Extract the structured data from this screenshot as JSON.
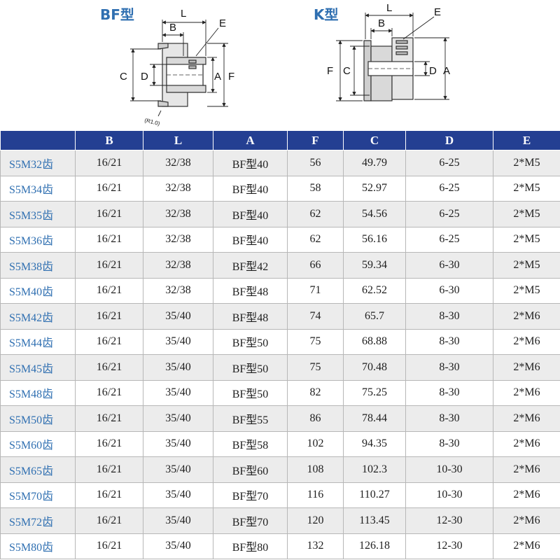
{
  "diagram_bf": {
    "title": "BF型",
    "labels": {
      "L": "L",
      "B": "B",
      "E": "E",
      "C": "C",
      "D": "D",
      "A": "A",
      "F": "F",
      "radius": "(R1.0)"
    }
  },
  "diagram_k": {
    "title": "K型",
    "labels": {
      "L": "L",
      "B": "B",
      "E": "E",
      "F": "F",
      "C": "C",
      "D": "D",
      "A": "A"
    }
  },
  "table": {
    "headers": [
      "",
      "B",
      "L",
      "A",
      "F",
      "C",
      "D",
      "E"
    ],
    "rows": [
      [
        "S5M32齿",
        "16/21",
        "32/38",
        "BF型40",
        "56",
        "49.79",
        "6-25",
        "2*M5"
      ],
      [
        "S5M34齿",
        "16/21",
        "32/38",
        "BF型40",
        "58",
        "52.97",
        "6-25",
        "2*M5"
      ],
      [
        "S5M35齿",
        "16/21",
        "32/38",
        "BF型40",
        "62",
        "54.56",
        "6-25",
        "2*M5"
      ],
      [
        "S5M36齿",
        "16/21",
        "32/38",
        "BF型40",
        "62",
        "56.16",
        "6-25",
        "2*M5"
      ],
      [
        "S5M38齿",
        "16/21",
        "32/38",
        "BF型42",
        "66",
        "59.34",
        "6-30",
        "2*M5"
      ],
      [
        "S5M40齿",
        "16/21",
        "32/38",
        "BF型48",
        "71",
        "62.52",
        "6-30",
        "2*M5"
      ],
      [
        "S5M42齿",
        "16/21",
        "35/40",
        "BF型48",
        "74",
        "65.7",
        "8-30",
        "2*M6"
      ],
      [
        "S5M44齿",
        "16/21",
        "35/40",
        "BF型50",
        "75",
        "68.88",
        "8-30",
        "2*M6"
      ],
      [
        "S5M45齿",
        "16/21",
        "35/40",
        "BF型50",
        "75",
        "70.48",
        "8-30",
        "2*M6"
      ],
      [
        "S5M48齿",
        "16/21",
        "35/40",
        "BF型50",
        "82",
        "75.25",
        "8-30",
        "2*M6"
      ],
      [
        "S5M50齿",
        "16/21",
        "35/40",
        "BF型55",
        "86",
        "78.44",
        "8-30",
        "2*M6"
      ],
      [
        "S5M60齿",
        "16/21",
        "35/40",
        "BF型58",
        "102",
        "94.35",
        "8-30",
        "2*M6"
      ],
      [
        "S5M65齿",
        "16/21",
        "35/40",
        "BF型60",
        "108",
        "102.3",
        "10-30",
        "2*M6"
      ],
      [
        "S5M70齿",
        "16/21",
        "35/40",
        "BF型70",
        "116",
        "110.27",
        "10-30",
        "2*M6"
      ],
      [
        "S5M72齿",
        "16/21",
        "35/40",
        "BF型70",
        "120",
        "113.45",
        "12-30",
        "2*M6"
      ],
      [
        "S5M80齿",
        "16/21",
        "35/40",
        "BF型80",
        "132",
        "126.18",
        "12-30",
        "2*M6"
      ]
    ]
  }
}
